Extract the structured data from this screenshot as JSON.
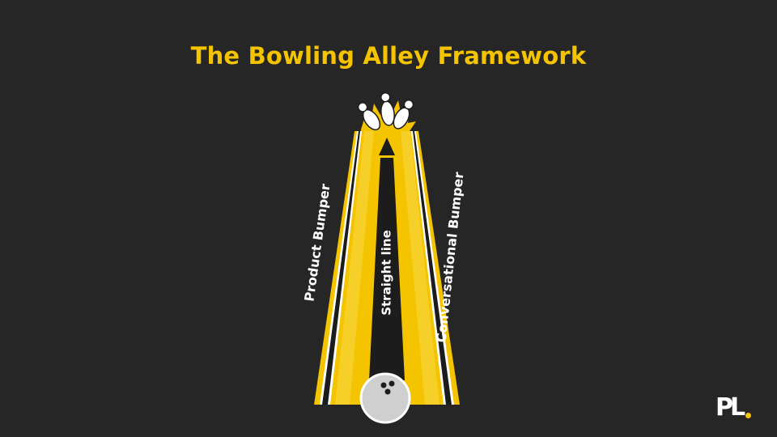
{
  "slide": {
    "title": "The Bowling Alley Framework"
  },
  "diagram": {
    "labels": {
      "left_bumper": "Product Bumper",
      "center": "Straight line",
      "right_bumper": "Conversational Bumper"
    },
    "icons": {
      "pins": "bowling-pins-icon",
      "ball": "bowling-ball-icon",
      "arrow": "arrow-up-icon"
    }
  },
  "logo": {
    "text": "PL"
  },
  "colors": {
    "background": "#262626",
    "accent": "#f5c400",
    "lane_light": "#f5cf2a",
    "gutter": "#1c1c1c",
    "line": "#ffffff",
    "ball": "#cfcfcf"
  }
}
